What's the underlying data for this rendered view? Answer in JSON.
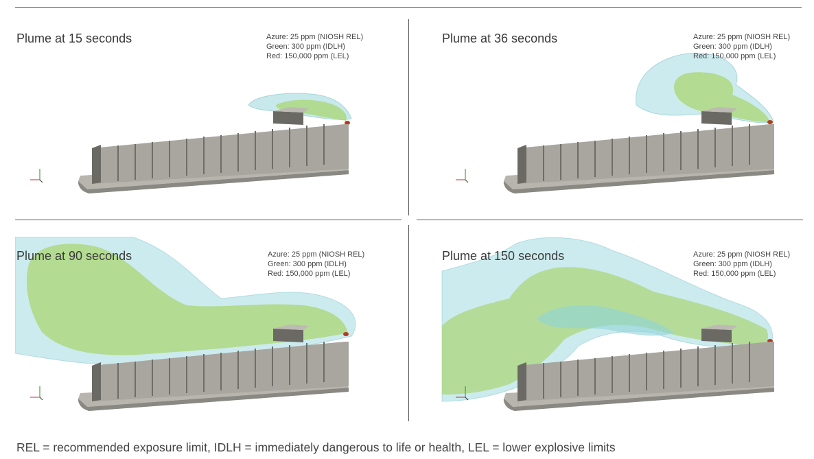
{
  "panels": [
    {
      "title": "Plume at 15 seconds",
      "plume_extent": 0.2
    },
    {
      "title": "Plume at 36 seconds",
      "plume_extent": 0.35
    },
    {
      "title": "Plume at 90 seconds",
      "plume_extent": 0.8
    },
    {
      "title": "Plume at 150 seconds",
      "plume_extent": 1.0
    }
  ],
  "legend": {
    "azure": "Azure: 25 ppm (NIOSH REL)",
    "green": "Green: 300 ppm (IDLH)",
    "red": "Red: 150,000 ppm (LEL)"
  },
  "colors": {
    "azure": "#8fd3da",
    "green": "#a8d46a",
    "red": "#b33a1e",
    "structure": "#8a8882"
  },
  "footnote": "REL = recommended exposure limit, IDLH = immediately dangerous to life or health, LEL = lower explosive limits"
}
